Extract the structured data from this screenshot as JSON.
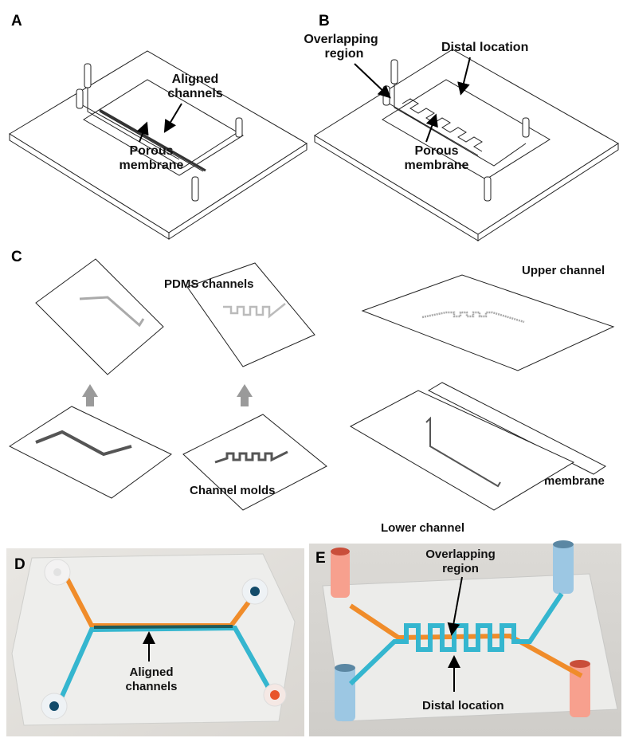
{
  "panels": {
    "A": {
      "letter": "A",
      "label_aligned_1": "Aligned",
      "label_aligned_2": "channels",
      "label_porous_1": "Porous",
      "label_porous_2": "membrane"
    },
    "B": {
      "letter": "B",
      "label_overlap_1": "Overlapping",
      "label_overlap_2": "region",
      "label_distal": "Distal location",
      "label_porous_1": "Porous",
      "label_porous_2": "membrane"
    },
    "C": {
      "letter": "C",
      "pdms": "PDMS channels",
      "molds": "Channel molds",
      "upper": "Upper channel",
      "membrane": "membrane",
      "lower": "Lower channel"
    },
    "D": {
      "letter": "D",
      "label_1": "Aligned",
      "label_2": "channels"
    },
    "E": {
      "letter": "E",
      "overlap_1": "Overlapping",
      "overlap_2": "region",
      "distal": "Distal location"
    }
  },
  "colors": {
    "orange": "#f08c2a",
    "cyan": "#35b6cf",
    "red_port": "#f7a08e",
    "blue_port": "#9cc7e3"
  }
}
